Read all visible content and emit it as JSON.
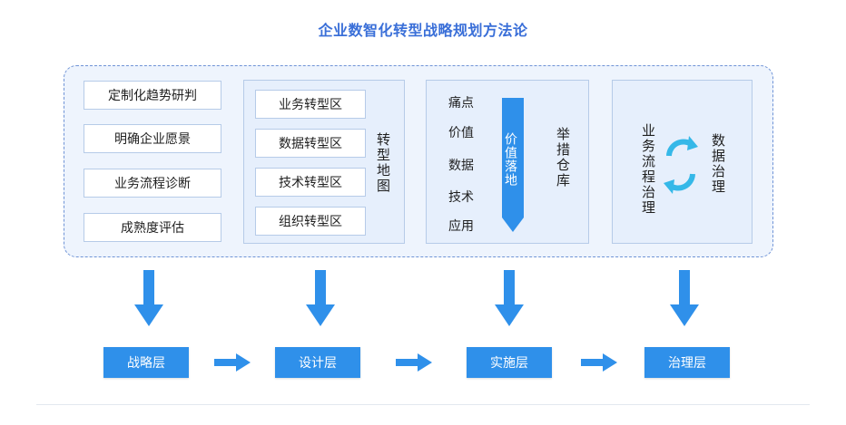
{
  "title": "企业数智化转型战略规划方法论",
  "strategy": {
    "items": [
      "定制化趋势研判",
      "明确企业愿景",
      "业务流程诊断",
      "成熟度评估"
    ]
  },
  "design": {
    "zones": [
      "业务转型区",
      "数据转型区",
      "技术转型区",
      "组织转型区"
    ],
    "label": "转型地图"
  },
  "implementation": {
    "list": [
      "痛点",
      "价值",
      "数据",
      "技术",
      "应用"
    ],
    "arrow_text": "价值落地",
    "label": "举措仓库"
  },
  "governance": {
    "left_label": "业务流程治理",
    "right_label": "数据治理"
  },
  "layers": [
    "战略层",
    "设计层",
    "实施层",
    "治理层"
  ],
  "colors": {
    "accent": "#2f90ea",
    "title": "#3a6fd8",
    "cycle": "#35b8e8"
  }
}
